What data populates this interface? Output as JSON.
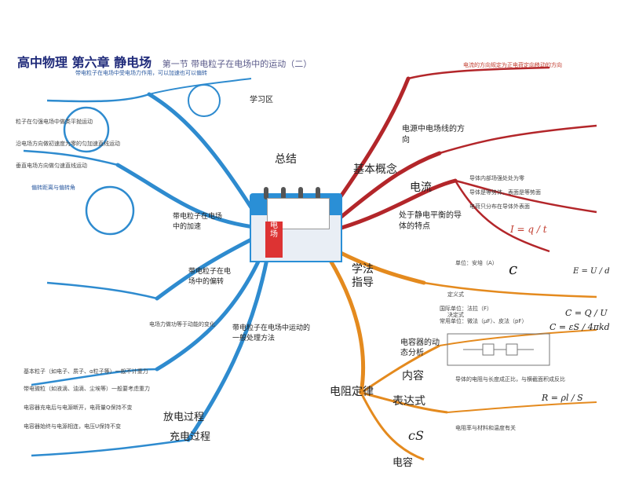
{
  "title": {
    "main": "高中物理 第六章 静电场",
    "sub": "第一节 带电粒子在电场中的运动（二）"
  },
  "center": {
    "text": "电 场"
  },
  "branches": [
    {
      "label": "总结",
      "color": "#2e8bcf"
    },
    {
      "label": "学法指导",
      "color": "#e48a1e"
    },
    {
      "label": "基本概念",
      "color": "#b3262a"
    },
    {
      "label": "电阻定律",
      "color": "#e48a1e"
    },
    {
      "label": "带电粒子在电场中运动的一般处理方法",
      "color": "#2e8bcf"
    },
    {
      "label": "带电粒子在电场中的偏转",
      "color": "#2e8bcf"
    },
    {
      "label": "电容器的动态分析",
      "color": "#e48a1e"
    },
    {
      "label": "表达式",
      "color": "#e48a1e"
    },
    {
      "label": "内容",
      "color": "#e48a1e"
    },
    {
      "label": "电流",
      "color": "#b3262a"
    },
    {
      "label": "处于静电平衡的导体的特点",
      "color": "#b3262a"
    },
    {
      "label": "电源中电场线的方向",
      "color": "#b3262a"
    },
    {
      "label": "放电过程",
      "color": "#2e8bcf"
    },
    {
      "label": "充电过程",
      "color": "#2e8bcf"
    },
    {
      "label": "电容",
      "color": "#e48a1e"
    },
    {
      "label": "学习区",
      "color": "#2e8bcf"
    },
    {
      "label": "带电粒子在电场中的加速",
      "color": "#2e8bcf"
    }
  ],
  "leaves": [
    "带电粒子在电场中受电场力作用，可以加速也可以偏转",
    "粒子在匀强电场中做类平抛运动",
    "沿电场方向做初速度为零的匀加速直线运动",
    "垂直电场方向做匀速直线运动",
    "偏转距离与偏转角",
    "电场力做功等于动能的变化",
    "基本粒子（如电子、质子、α粒子等）一般不计重力",
    "带电微粒（如液滴、油滴、尘埃等）一般要考虑重力",
    "电容器充电后与电源断开，电荷量Q保持不变",
    "电容器始终与电源相连，电压U保持不变",
    "导体的电阻与长度成正比，与横截面积成反比",
    "电阻率与材料和温度有关",
    "电流的方向规定为正电荷定向移动的方向",
    "导体内部场强处处为零",
    "导体是等势体，表面是等势面",
    "电荷只分布在导体外表面",
    "单位：安培（A）",
    "定义式",
    "决定式",
    "国际单位：法拉（F）",
    "常用单位：微法（μF）、皮法（pF）"
  ],
  "formulas": {
    "current": "I = q / t",
    "capacitance_def": "C = Q / U",
    "capacitance_dec": "C = εS / 4πkd",
    "resistance": "R = ρl / S",
    "field": "E = U / d",
    "cS": "cS",
    "c": "c"
  }
}
